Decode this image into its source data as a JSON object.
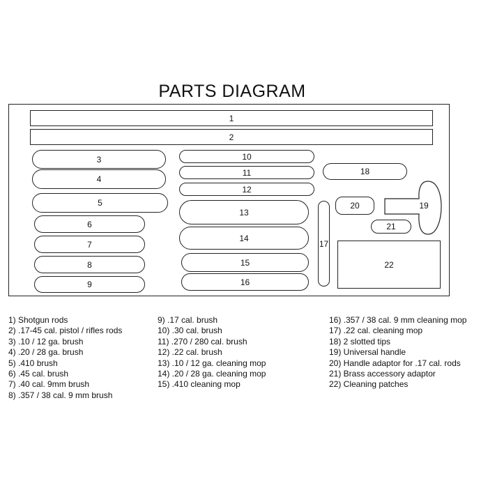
{
  "title": "PARTS DIAGRAM",
  "slots": [
    "1",
    "2",
    "3",
    "4",
    "5",
    "6",
    "7",
    "8",
    "9",
    "10",
    "11",
    "12",
    "13",
    "14",
    "15",
    "16",
    "17",
    "18",
    "19",
    "20",
    "21",
    "22"
  ],
  "legend": {
    "col1": [
      "1) Shotgun rods",
      "2) .17-45 cal. pistol / rifles rods",
      "3) .10 / 12 ga. brush",
      "4) .20 / 28 ga. brush",
      "5) .410 brush",
      "6) .45 cal. brush",
      "7) .40 cal. 9mm brush",
      "8) .357 / 38 cal. 9 mm brush"
    ],
    "col2": [
      "9) .17 cal. brush",
      "10) .30 cal. brush",
      "11) .270 / 280 cal. brush",
      "12) .22 cal. brush",
      "13) .10 / 12 ga. cleaning mop",
      "14) .20 / 28 ga. cleaning mop",
      "15) .410 cleaning mop"
    ],
    "col3": [
      "16) .357 / 38 cal. 9 mm cleaning mop",
      "17) .22 cal. cleaning mop",
      "18) 2 slotted tips",
      "19) Universal handle",
      "20) Handle adaptor for .17 cal. rods",
      "21) Brass accessory adaptor",
      "22) Cleaning patches"
    ]
  }
}
